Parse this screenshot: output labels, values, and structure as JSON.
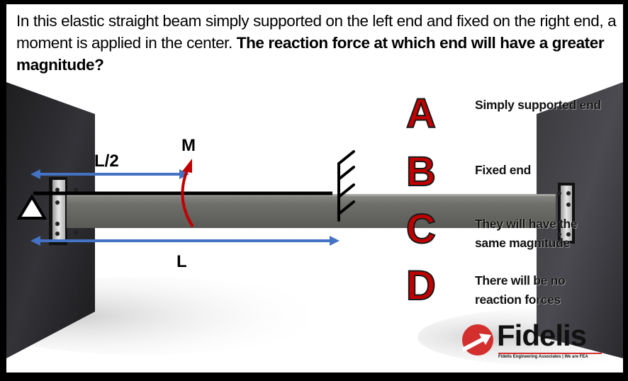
{
  "question": {
    "normal_text": "In this elastic straight beam simply supported on the left end and fixed on the right end, a moment is applied in the center. ",
    "bold_text": "The reaction force at which end will have a greater magnitude?"
  },
  "diagram": {
    "labels": {
      "half_length": "L/2",
      "full_length": "L",
      "moment": "M"
    },
    "colors": {
      "dimension_arrow": "#4472c4",
      "moment_arrow": "#c00000",
      "beam": "#6b6b6b",
      "wall": "#2a2a2e"
    },
    "supports": {
      "left": "simple-support-triangle",
      "right": "fixed-support-hatch"
    }
  },
  "options": [
    {
      "letter": "A",
      "text": "Simply supported end"
    },
    {
      "letter": "B",
      "text": "Fixed end"
    },
    {
      "letter": "C",
      "text": "They will have the same magnitude"
    },
    {
      "letter": "D",
      "text": "There will be no reaction forces"
    }
  ],
  "logo": {
    "name": "Fidelis",
    "tagline": "Fidelis Engineering Associates | We are FEA",
    "accent": "#d32f2f"
  }
}
